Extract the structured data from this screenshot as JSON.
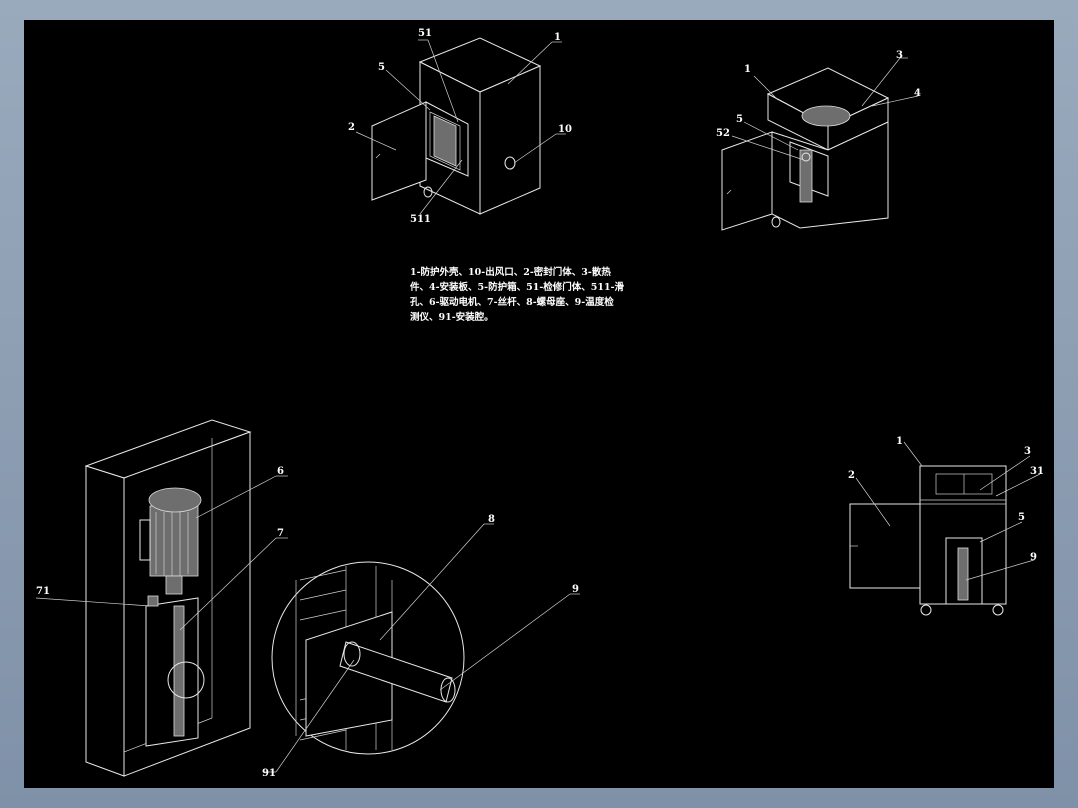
{
  "legend": {
    "lines": [
      "1-防护外壳、10-出风口、2-密封门体、3-散热",
      "件、4-安装板、5-防护箱、51-检修门体、511-滑",
      "孔、6-驱动电机、7-丝杆、8-螺母座、9-温度检",
      "测仪、91-安装腔。"
    ]
  },
  "views": {
    "view1": {
      "labels": [
        "51",
        "1",
        "5",
        "2",
        "10",
        "511"
      ]
    },
    "view2": {
      "labels": [
        "3",
        "1",
        "4",
        "5",
        "52"
      ]
    },
    "view3": {
      "labels": [
        "6",
        "7",
        "71"
      ]
    },
    "detail": {
      "labels": [
        "8",
        "9",
        "91"
      ]
    },
    "view4": {
      "labels": [
        "1",
        "3",
        "31",
        "2",
        "5",
        "9"
      ]
    }
  }
}
